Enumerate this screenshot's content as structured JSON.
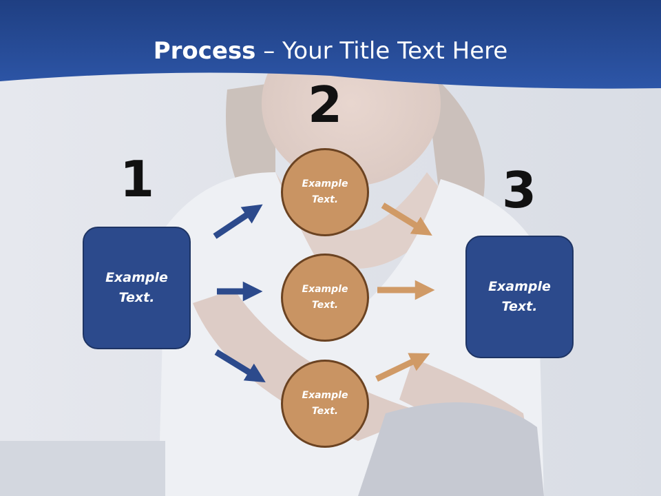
{
  "slide": {
    "title_bold": "Process",
    "title_rest": " – Your Title Text Here",
    "colors": {
      "header_blue": "#2c4f9a",
      "box_blue": "#2c4a8c",
      "circle_tan": "#c99463",
      "circle_border": "#6b4322",
      "arrow_blue": "#2c4a8c",
      "arrow_tan": "#d09a66"
    }
  },
  "steps": [
    {
      "number": "1",
      "label": "Example\nText."
    },
    {
      "number": "2",
      "items": [
        {
          "label": "Example\nText."
        },
        {
          "label": "Example\nText."
        },
        {
          "label": "Example\nText."
        }
      ]
    },
    {
      "number": "3",
      "label": "Example\nText."
    }
  ]
}
